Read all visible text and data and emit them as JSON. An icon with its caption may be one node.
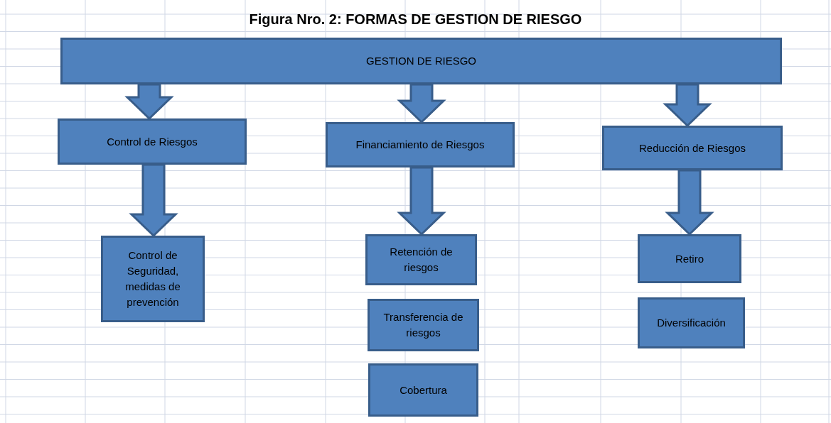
{
  "diagram": {
    "title": "Figura Nro. 2: FORMAS DE GESTION DE RIESGO",
    "nodes": [
      {
        "text": [
          "GESTION DE RIESGO"
        ]
      },
      {
        "text": [
          "Control de Riesgos"
        ]
      },
      {
        "text": [
          "Financiamiento de Riesgos"
        ]
      },
      {
        "text": [
          "Reducción de Riesgos"
        ]
      },
      {
        "text": [
          "Control de Seguridad, medidas de prevención"
        ]
      },
      {
        "text": [
          "Retención de riesgos"
        ]
      },
      {
        "text": [
          "Transferencia de riesgos"
        ]
      },
      {
        "text": [
          "Cobertura"
        ]
      },
      {
        "text": [
          "Retiro"
        ]
      },
      {
        "text": [
          "Diversificación"
        ]
      }
    ],
    "edges": [
      {
        "from": 0,
        "to": 1,
        "arrow": "to"
      },
      {
        "from": 0,
        "to": 2,
        "arrow": "to"
      },
      {
        "from": 0,
        "to": 3,
        "arrow": "to"
      },
      {
        "from": 1,
        "to": 4,
        "arrow": "to"
      },
      {
        "from": 2,
        "to": 5,
        "arrow": "to"
      },
      {
        "from": 3,
        "to": 8,
        "arrow": "to"
      }
    ]
  }
}
